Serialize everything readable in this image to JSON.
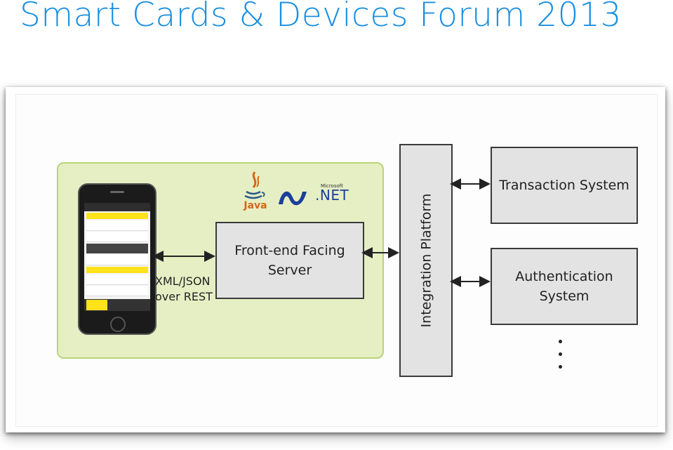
{
  "slide": {
    "title": "Smart Cards & Devices Forum 2013"
  },
  "diagram": {
    "logos": {
      "java": "Java",
      "microsoft": "Microsoft",
      "dotnet": ".NET"
    },
    "protocol_label": "XML/JSON\nover REST",
    "server": "Front-end Facing\nServer",
    "integration": "Integration Platform",
    "transaction": "Transaction System",
    "authentication": "Authentication\nSystem"
  },
  "colors": {
    "title": "#1a8fe0",
    "client_zone": "#e6efc4",
    "client_zone_border": "#b9d37a",
    "box_fill": "#e3e3e3",
    "phone_accent": "#ffe21a"
  }
}
